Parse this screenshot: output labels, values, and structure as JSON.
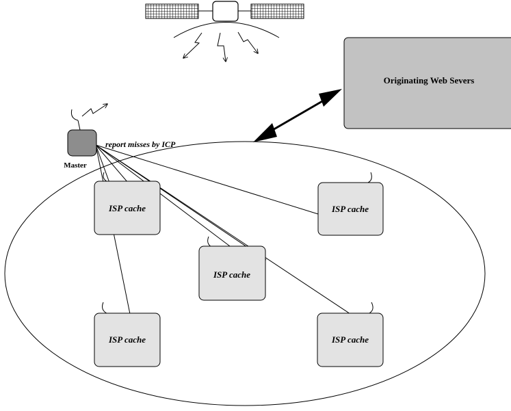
{
  "origin_server": {
    "label": "Originating Web Severs"
  },
  "master": {
    "label": "Master"
  },
  "link_label": "report misses by ICP",
  "caches": [
    {
      "label": "ISP cache"
    },
    {
      "label": "ISP cache"
    },
    {
      "label": "ISP cache"
    },
    {
      "label": "ISP cache"
    },
    {
      "label": "ISP cache"
    }
  ],
  "colors": {
    "cache_fill": "#e3e3e3",
    "server_fill": "#c2c2c2",
    "master_fill": "#8d8d8d",
    "line": "#000000"
  },
  "icons": [
    "satellite-icon",
    "satellite-dish-icon",
    "bidirectional-arrow-icon"
  ]
}
